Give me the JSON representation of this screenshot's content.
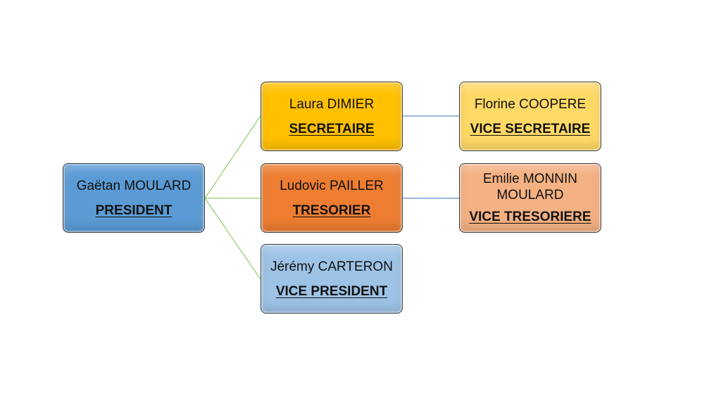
{
  "colors": {
    "president": "#5b9bd5",
    "secretaire": "#ffc000",
    "tresorier": "#ed7d31",
    "vice_president": "#9dc3e6",
    "vice_secretaire": "#ffd966",
    "vice_tresoriere": "#f4b183",
    "connector_green": "#8fce6e",
    "connector_blue": "#5b8fc7"
  },
  "nodes": {
    "president": {
      "name": "Gaëtan MOULARD",
      "role": "PRESIDENT"
    },
    "secretaire": {
      "name": "Laura DIMIER",
      "role": "SECRETAIRE"
    },
    "tresorier": {
      "name": "Ludovic PAILLER",
      "role": "TRESORIER"
    },
    "vice_president": {
      "name": "Jérémy CARTERON",
      "role": "VICE PRESIDENT"
    },
    "vice_secretaire": {
      "name": "Florine COOPERE",
      "role": "VICE SECRETAIRE"
    },
    "vice_tresoriere": {
      "name": "Emilie MONNIN MOULARD",
      "role": "VICE TRESORIERE"
    }
  }
}
